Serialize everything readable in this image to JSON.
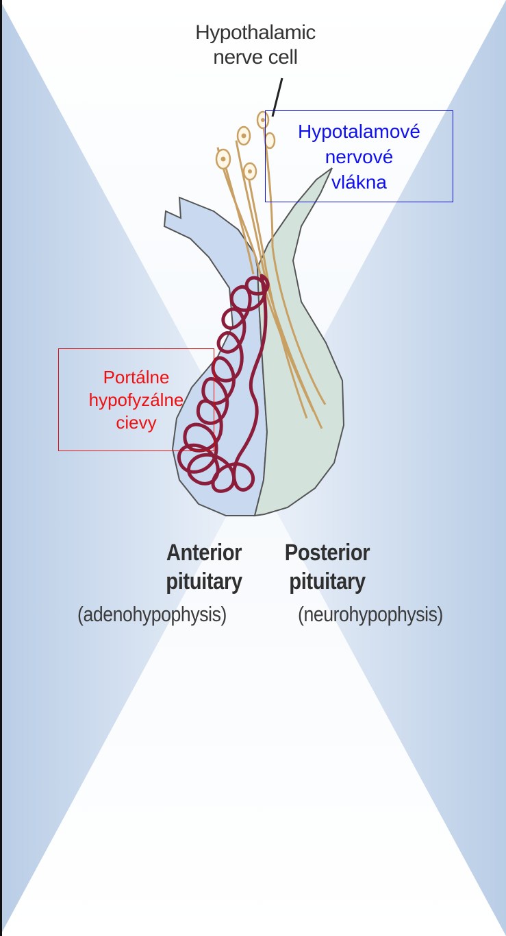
{
  "labels": {
    "hypothalamic_nerve_cell": [
      "Hypothalamic",
      "nerve cell"
    ],
    "anterior_pituitary": [
      "Anterior",
      "pituitary"
    ],
    "posterior_pituitary": [
      "Posterior",
      "pituitary"
    ],
    "adenohypophysis": "(adenohypophysis)",
    "neurohypophysis": "(neurohypophysis)"
  },
  "annotations": {
    "blue_box": {
      "lines": [
        "Hypotalamové",
        "nervové",
        "vlákna"
      ],
      "color": "#1010ee"
    },
    "red_box": {
      "lines": [
        "Portálne",
        "hypofyzálne",
        "cievy"
      ],
      "color": "#ee1010"
    }
  },
  "colors": {
    "anterior_lobe": "#c9d9ef",
    "posterior_lobe": "#d3e3dc",
    "vessels": "#8b1c3a",
    "nerve_fibers": "#c9a063",
    "background_panel": "#dce8f4"
  }
}
